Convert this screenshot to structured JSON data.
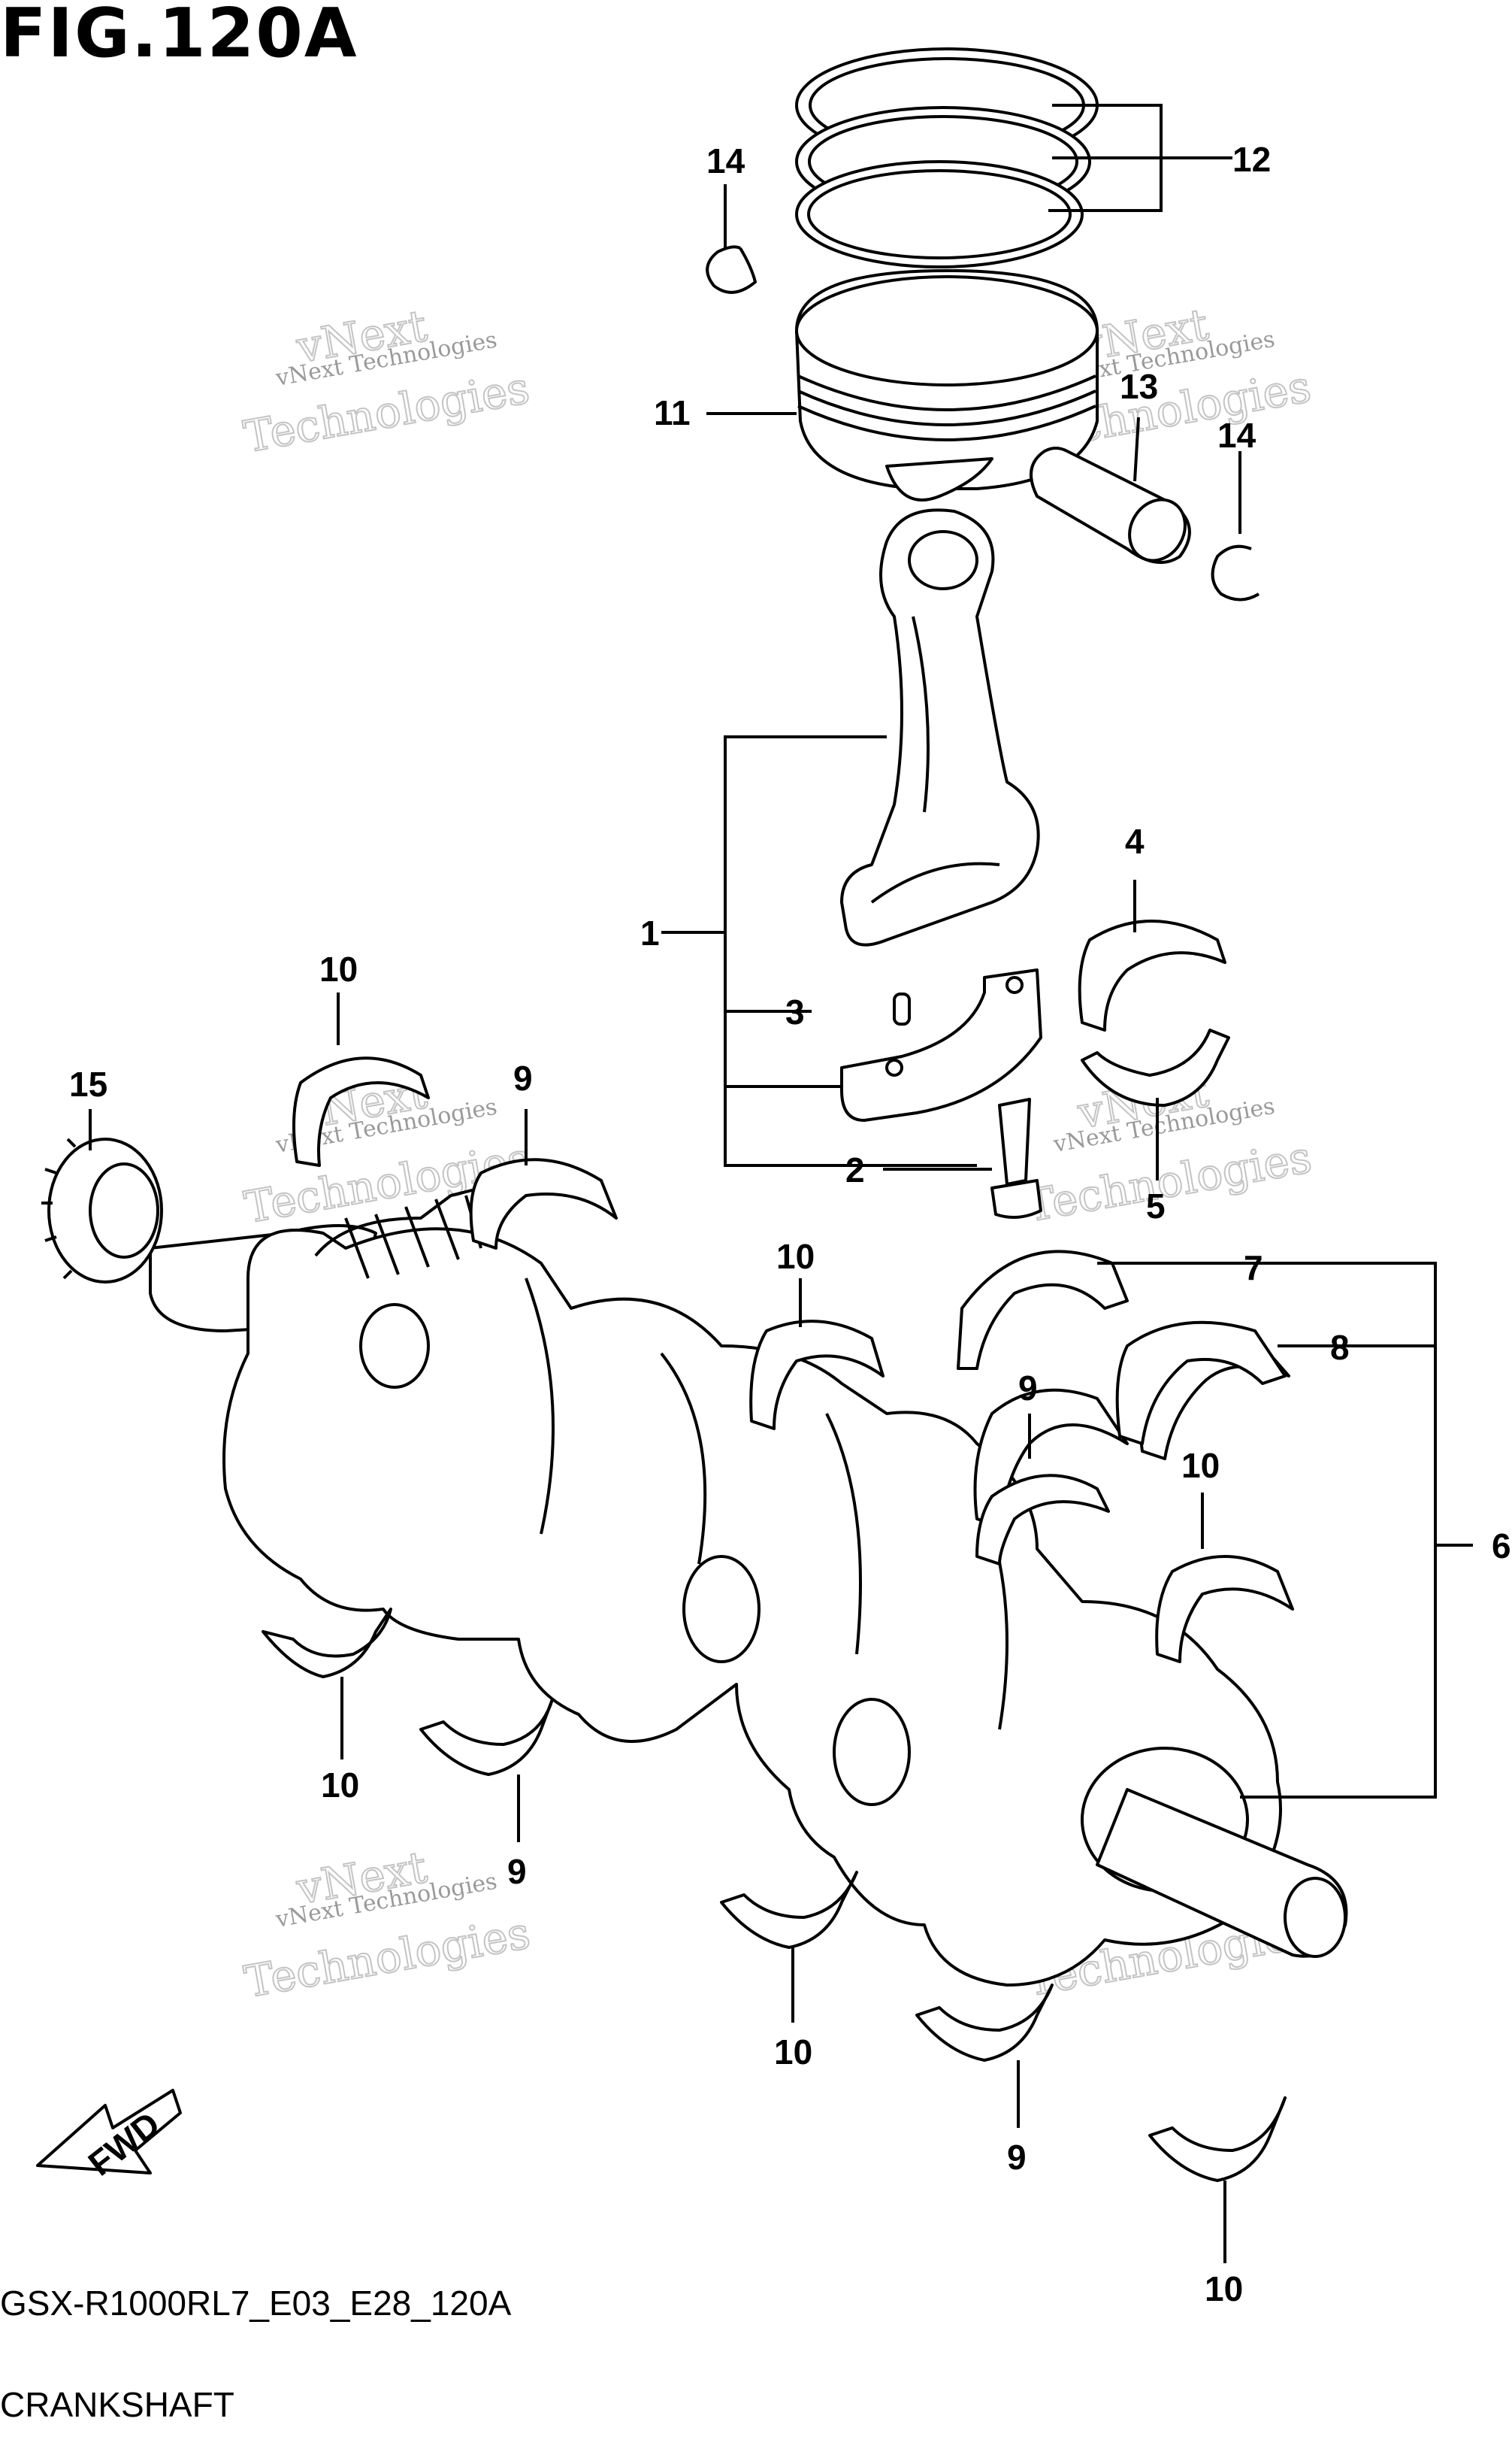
{
  "figure": {
    "title": "FIG.120A",
    "model_code": "GSX-R1000RL7_E03_E28_120A",
    "name": "CRANKSHAFT",
    "direction_label": "FWD"
  },
  "watermark": {
    "line1": "vNext Technologies",
    "line2": "vNext",
    "line3": "Technologies"
  },
  "callouts": [
    {
      "id": "c14a",
      "label": "14"
    },
    {
      "id": "c12",
      "label": "12"
    },
    {
      "id": "c11",
      "label": "11"
    },
    {
      "id": "c13",
      "label": "13"
    },
    {
      "id": "c14b",
      "label": "14"
    },
    {
      "id": "c1",
      "label": "1"
    },
    {
      "id": "c4",
      "label": "4"
    },
    {
      "id": "c3",
      "label": "3"
    },
    {
      "id": "c2",
      "label": "2"
    },
    {
      "id": "c5",
      "label": "5"
    },
    {
      "id": "c10a",
      "label": "10"
    },
    {
      "id": "c15",
      "label": "15"
    },
    {
      "id": "c9a",
      "label": "9"
    },
    {
      "id": "c10b",
      "label": "10"
    },
    {
      "id": "c7",
      "label": "7"
    },
    {
      "id": "c8",
      "label": "8"
    },
    {
      "id": "c9b",
      "label": "9"
    },
    {
      "id": "c10c",
      "label": "10"
    },
    {
      "id": "c6",
      "label": "6"
    },
    {
      "id": "c10d",
      "label": "10"
    },
    {
      "id": "c9c",
      "label": "9"
    },
    {
      "id": "c10e",
      "label": "10"
    },
    {
      "id": "c9d",
      "label": "9"
    },
    {
      "id": "c10f",
      "label": "10"
    }
  ]
}
